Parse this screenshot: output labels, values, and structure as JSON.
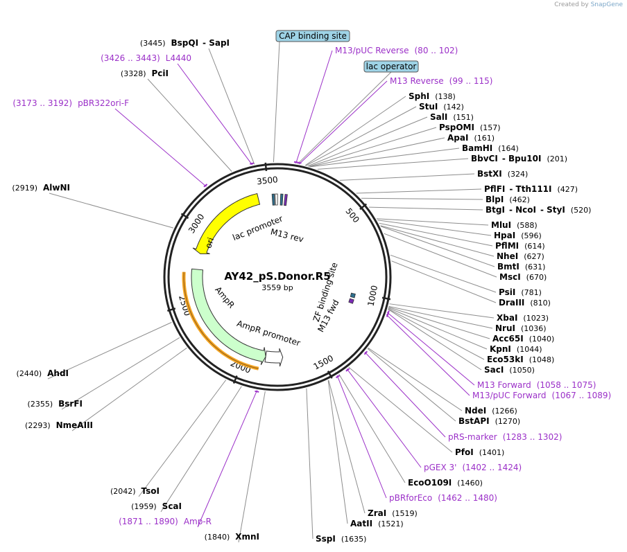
{
  "credit": {
    "prefix": "Created by",
    "brand": "SnapGene"
  },
  "plasmid": {
    "name": "AY42_pS.Donor.R5",
    "length_label": "3559 bp",
    "length": 3559
  },
  "colors": {
    "enzyme_line": "#8c8c8c",
    "primer": "#9b30c8",
    "boxed_label_fill": "#9ed3e6",
    "ori": "#ffff00",
    "ampr": "#ccffcc",
    "ampr_promoter": "#ffffff",
    "lac_promoter": "#ffffff",
    "primer_arrow": "#7a2bb5",
    "misc_feature": "#2e6f8e"
  },
  "ring_ticks": [
    {
      "pos": 500,
      "label": "500"
    },
    {
      "pos": 1000,
      "label": "1000"
    },
    {
      "pos": 1500,
      "label": "1500"
    },
    {
      "pos": 2000,
      "label": "2000"
    },
    {
      "pos": 2500,
      "label": "2500"
    },
    {
      "pos": 3000,
      "label": "3000"
    },
    {
      "pos": 3500,
      "label": "3500"
    }
  ],
  "features": [
    {
      "name": "ori",
      "start": 2835,
      "end": 3424,
      "dir": -1,
      "color": "#ffff00"
    },
    {
      "name": "AmpR",
      "start": 1862,
      "end": 2723,
      "dir": -1,
      "color": "#ccffcc"
    },
    {
      "name": "AmpR promoter",
      "start": 1742,
      "end": 1862,
      "dir": -1,
      "color": "#ffffff"
    },
    {
      "name": "lac promoter",
      "start": 3525,
      "end": 3555,
      "dir": 1,
      "color": "#ffffff"
    }
  ],
  "inner_labels": [
    {
      "text": "ori"
    },
    {
      "text": "AmpR"
    },
    {
      "text": "AmpR promoter"
    },
    {
      "text": "lac promoter"
    },
    {
      "text": "M13 rev"
    },
    {
      "text": "ZF binding site"
    },
    {
      "text": "M13 fwd"
    }
  ],
  "boxed_labels": [
    {
      "text": "CAP binding site"
    },
    {
      "text": "lac operator"
    }
  ],
  "left_labels": [
    {
      "coord": "(3445)",
      "name": "BspQI",
      "extra": "SapI",
      "pos": 3445,
      "type": "enzyme"
    },
    {
      "coord": "(3426 .. 3443)",
      "name": "L4440",
      "pos": 3434,
      "type": "primer"
    },
    {
      "coord": "(3328)",
      "name": "PciI",
      "pos": 3328,
      "type": "enzyme"
    },
    {
      "coord": "(3173 .. 3192)",
      "name": "pBR322ori-F",
      "pos": 3182,
      "type": "primer"
    },
    {
      "coord": "(2919)",
      "name": "AlwNI",
      "pos": 2919,
      "type": "enzyme"
    },
    {
      "coord": "(2440)",
      "name": "AhdI",
      "pos": 2440,
      "type": "enzyme"
    },
    {
      "coord": "(2355)",
      "name": "BsrFI",
      "pos": 2355,
      "type": "enzyme"
    },
    {
      "coord": "(2293)",
      "name": "NmeAIII",
      "pos": 2293,
      "type": "enzyme"
    },
    {
      "coord": "(2042)",
      "name": "TsoI",
      "pos": 2042,
      "type": "enzyme"
    },
    {
      "coord": "(1959)",
      "name": "ScaI",
      "pos": 1959,
      "type": "enzyme"
    },
    {
      "coord": "(1871 .. 1890)",
      "name": "Amp-R",
      "pos": 1880,
      "type": "primer"
    },
    {
      "coord": "(1840)",
      "name": "XmnI",
      "pos": 1840,
      "type": "enzyme"
    }
  ],
  "right_labels": [
    {
      "name": "M13/pUC Reverse",
      "coord": "(80 .. 102)",
      "pos": 91,
      "type": "primer"
    },
    {
      "name": "M13 Reverse",
      "coord": "(99 .. 115)",
      "pos": 107,
      "type": "primer"
    },
    {
      "name": "SphI",
      "coord": "(138)",
      "pos": 138,
      "type": "enzyme"
    },
    {
      "name": "StuI",
      "coord": "(142)",
      "pos": 142,
      "type": "enzyme"
    },
    {
      "name": "SalI",
      "coord": "(151)",
      "pos": 151,
      "type": "enzyme"
    },
    {
      "name": "PspOMI",
      "coord": "(157)",
      "pos": 157,
      "type": "enzyme"
    },
    {
      "name": "ApaI",
      "coord": "(161)",
      "pos": 161,
      "type": "enzyme"
    },
    {
      "name": "BamHI",
      "coord": "(164)",
      "pos": 164,
      "type": "enzyme"
    },
    {
      "name": "BbvCI",
      "extra": "Bpu10I",
      "coord": "(201)",
      "pos": 201,
      "type": "enzyme"
    },
    {
      "name": "BstXI",
      "coord": "(324)",
      "pos": 324,
      "type": "enzyme"
    },
    {
      "name": "PflFI",
      "extra": "Tth111I",
      "coord": "(427)",
      "pos": 427,
      "type": "enzyme"
    },
    {
      "name": "BlpI",
      "coord": "(462)",
      "pos": 462,
      "type": "enzyme"
    },
    {
      "name": "BtgI",
      "extra": "NcoI",
      "extra2": "StyI",
      "coord": "(520)",
      "pos": 520,
      "type": "enzyme"
    },
    {
      "name": "MluI",
      "coord": "(588)",
      "pos": 588,
      "type": "enzyme"
    },
    {
      "name": "HpaI",
      "coord": "(596)",
      "pos": 596,
      "type": "enzyme"
    },
    {
      "name": "PflMI",
      "coord": "(614)",
      "pos": 614,
      "type": "enzyme"
    },
    {
      "name": "NheI",
      "coord": "(627)",
      "pos": 627,
      "type": "enzyme"
    },
    {
      "name": "BmtI",
      "coord": "(631)",
      "pos": 631,
      "type": "enzyme"
    },
    {
      "name": "MscI",
      "coord": "(670)",
      "pos": 670,
      "type": "enzyme"
    },
    {
      "name": "PsiI",
      "coord": "(781)",
      "pos": 781,
      "type": "enzyme"
    },
    {
      "name": "DraIII",
      "coord": "(810)",
      "pos": 810,
      "type": "enzyme"
    },
    {
      "name": "XbaI",
      "coord": "(1023)",
      "pos": 1023,
      "type": "enzyme"
    },
    {
      "name": "NruI",
      "coord": "(1036)",
      "pos": 1036,
      "type": "enzyme"
    },
    {
      "name": "Acc65I",
      "coord": "(1040)",
      "pos": 1040,
      "type": "enzyme"
    },
    {
      "name": "KpnI",
      "coord": "(1044)",
      "pos": 1044,
      "type": "enzyme"
    },
    {
      "name": "Eco53kI",
      "coord": "(1048)",
      "pos": 1048,
      "type": "enzyme"
    },
    {
      "name": "SacI",
      "coord": "(1050)",
      "pos": 1050,
      "type": "enzyme"
    },
    {
      "name": "M13 Forward",
      "coord": "(1058 .. 1075)",
      "pos": 1066,
      "type": "primer"
    },
    {
      "name": "M13/pUC Forward",
      "coord": "(1067 .. 1089)",
      "pos": 1078,
      "type": "primer"
    },
    {
      "name": "NdeI",
      "coord": "(1266)",
      "pos": 1266,
      "type": "enzyme"
    },
    {
      "name": "BstAPI",
      "coord": "(1270)",
      "pos": 1270,
      "type": "enzyme"
    },
    {
      "name": "pRS-marker",
      "coord": "(1283 .. 1302)",
      "pos": 1292,
      "type": "primer"
    },
    {
      "name": "PfoI",
      "coord": "(1401)",
      "pos": 1401,
      "type": "enzyme"
    },
    {
      "name": "pGEX 3'",
      "coord": "(1402 .. 1424)",
      "pos": 1413,
      "type": "primer"
    },
    {
      "name": "EcoO109I",
      "coord": "(1460)",
      "pos": 1460,
      "type": "enzyme"
    },
    {
      "name": "pBRforEco",
      "coord": "(1462 .. 1480)",
      "pos": 1471,
      "type": "primer"
    },
    {
      "name": "ZraI",
      "coord": "(1519)",
      "pos": 1519,
      "type": "enzyme"
    },
    {
      "name": "AatII",
      "coord": "(1521)",
      "pos": 1521,
      "type": "enzyme"
    },
    {
      "name": "SspI",
      "coord": "(1635)",
      "pos": 1635,
      "type": "enzyme"
    }
  ]
}
